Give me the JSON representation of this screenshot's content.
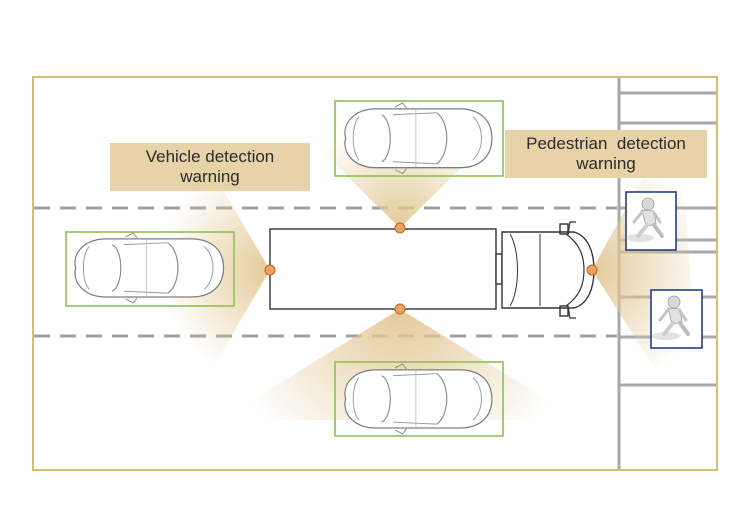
{
  "labels": {
    "vehicle_detection": {
      "line1": "Vehicle detection",
      "line2": "warning"
    },
    "pedestrian_detection": {
      "line1": "Pedestrian  detection",
      "line2": "warning"
    }
  },
  "colors": {
    "road_border": "#d4bc7a",
    "lane_dash": "#a0a0a0",
    "crosswalk": "#a8a8a8",
    "detection_beam": "#e2c793",
    "sensor_dot": "#f0a060",
    "vehicle_box": "#8cc152",
    "pedestrian_box": "#1f3f8f",
    "label_bg": "#e8d3a8",
    "truck_outline": "#333333"
  },
  "icons": {
    "sensor": "sensor-dot-icon",
    "car": "car-top-view-icon",
    "truck": "truck-top-view-icon",
    "pedestrian": "pedestrian-walking-icon"
  }
}
